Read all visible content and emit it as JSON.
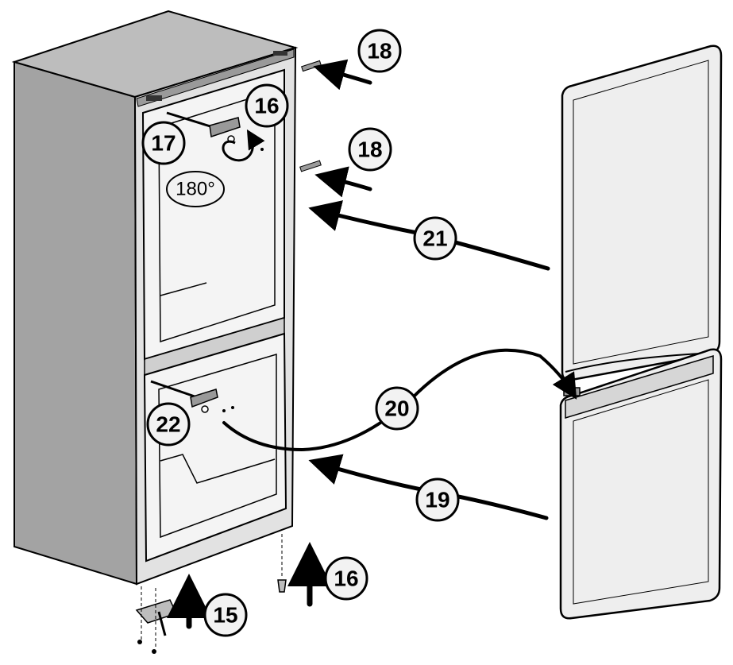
{
  "colors": {
    "cabinet_side": "#a3a3a3",
    "cabinet_top": "#bdbdbd",
    "cabinet_front": "#e2e2e2",
    "door_fill": "#eeeeee",
    "outline": "#000000",
    "callout_fill": "#f2f2f2"
  },
  "callouts": {
    "c15": "15",
    "c16_top": "16",
    "c16_bottom": "16",
    "c17": "17",
    "c18_top": "18",
    "c18_bottom": "18",
    "c19": "19",
    "c20": "20",
    "c21": "21",
    "c22": "22"
  },
  "rotation_label": "180°"
}
